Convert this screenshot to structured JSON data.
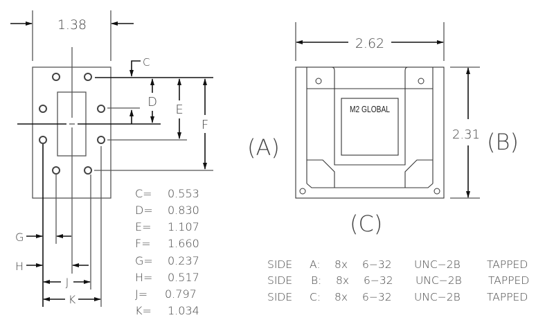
{
  "left_view": {
    "width_dim": "1.38",
    "labels": {
      "c": "C",
      "d": "D",
      "e": "E",
      "f": "F",
      "g": "G",
      "h": "H",
      "j": "J",
      "k": "K"
    },
    "dimensions_table": [
      {
        "key": "C=",
        "value": "0.553"
      },
      {
        "key": "D=",
        "value": "0.830"
      },
      {
        "key": "E=",
        "value": "1.107"
      },
      {
        "key": "F=",
        "value": "1.660"
      },
      {
        "key": "G=",
        "value": "0.237"
      },
      {
        "key": "H=",
        "value": "0.517"
      },
      {
        "key": "J=",
        "value": "0.797"
      },
      {
        "key": "K=",
        "value": "1.034"
      }
    ]
  },
  "right_view": {
    "width_dim": "2.62",
    "height_dim": "2.31",
    "logo_text": "M2 GLOBAL",
    "side_a": "(A)",
    "side_b": "(B)",
    "side_c": "(C)"
  },
  "notes": [
    {
      "side": "SIDE",
      "letter": "A:",
      "qty": "8x",
      "thread": "6−32",
      "spec": "UNC−2B",
      "type": "TAPPED"
    },
    {
      "side": "SIDE",
      "letter": "B:",
      "qty": "8x",
      "thread": "6−32",
      "spec": "UNC−2B",
      "type": "TAPPED"
    },
    {
      "side": "SIDE",
      "letter": "C:",
      "qty": "8x",
      "thread": "6−32",
      "spec": "UNC−2B",
      "type": "TAPPED"
    }
  ]
}
